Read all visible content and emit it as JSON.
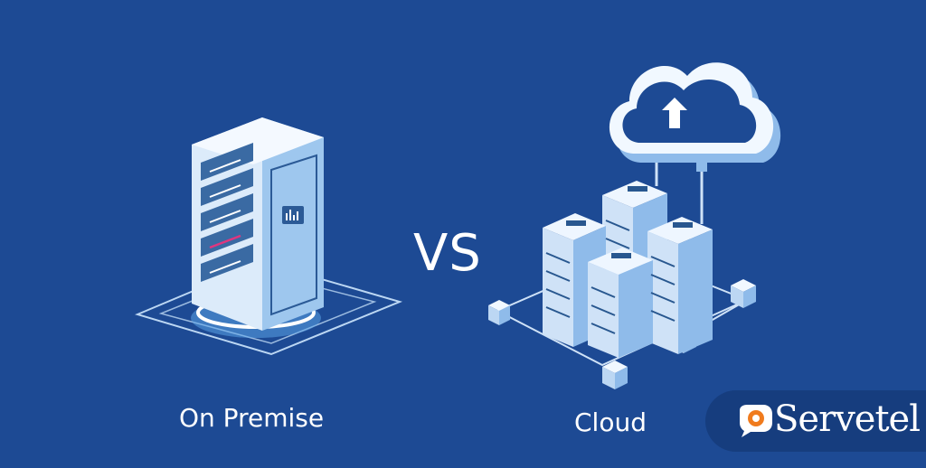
{
  "labels": {
    "left_caption": "On Premise",
    "vs": "VS",
    "right_caption": "Cloud"
  },
  "brand": {
    "name": "Servetel"
  },
  "colors": {
    "background": "#1d4a94",
    "brand_orange": "#f07b1d",
    "server_light": "#e6f1fb",
    "server_dark": "#28578f",
    "accent_pink": "#e0367f"
  },
  "icons": [
    "on-premise-server-cabinet",
    "cloud-upload-icon",
    "server-rack-cluster",
    "network-node-cube"
  ]
}
